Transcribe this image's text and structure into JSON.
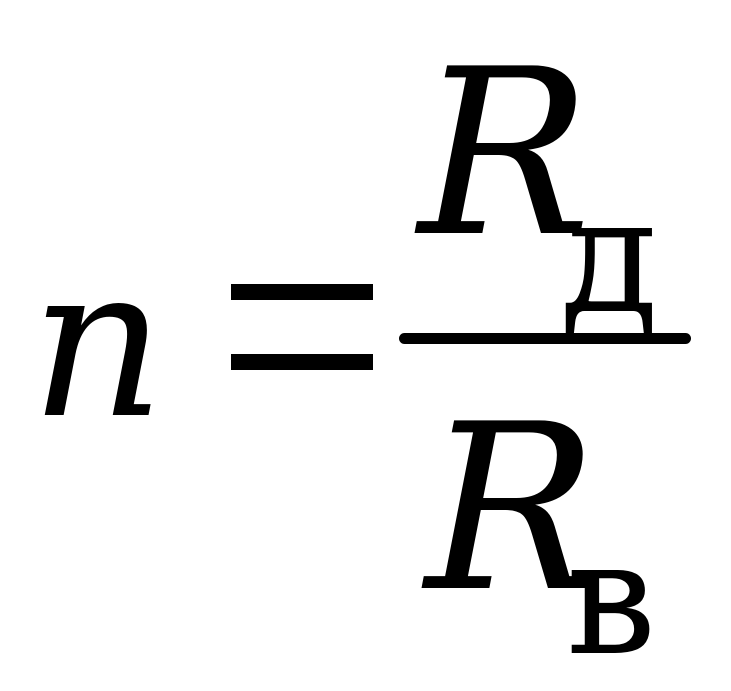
{
  "formula": {
    "lhs": "n",
    "numerator": {
      "variable": "R",
      "subscript": "д"
    },
    "denominator": {
      "variable": "R",
      "subscript": "в"
    }
  }
}
